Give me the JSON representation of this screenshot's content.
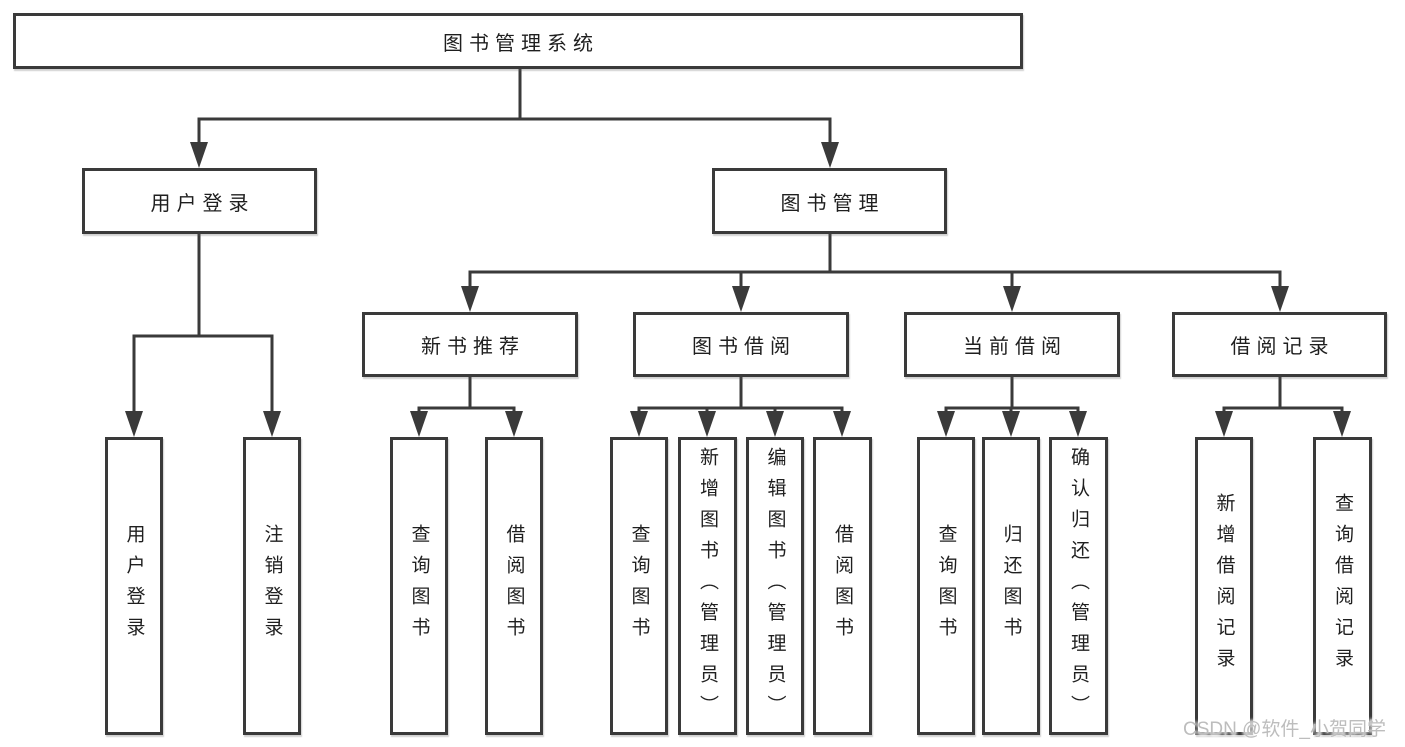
{
  "diagram": {
    "title": "图书管理系统",
    "children": [
      {
        "label": "用户登录",
        "children": [
          "用户登录",
          "注销登录"
        ]
      },
      {
        "label": "图书管理",
        "children": [
          {
            "label": "新书推荐",
            "children": [
              "查询图书",
              "借阅图书"
            ]
          },
          {
            "label": "图书借阅",
            "children": [
              "查询图书",
              "新增图书（管理员）",
              "编辑图书（管理员）",
              "借阅图书"
            ]
          },
          {
            "label": "当前借阅",
            "children": [
              "查询图书",
              "归还图书",
              "确认归还（管理员）"
            ]
          },
          {
            "label": "借阅记录",
            "children": [
              "新增借阅记录",
              "查询借阅记录"
            ]
          }
        ]
      }
    ]
  },
  "colors": {
    "line": "#3a3a3a",
    "text": "#1f1f1f",
    "box_background": "#ffffff",
    "watermark": "#bdbdbd"
  },
  "watermark": "CSDN @软件_小贺同学"
}
